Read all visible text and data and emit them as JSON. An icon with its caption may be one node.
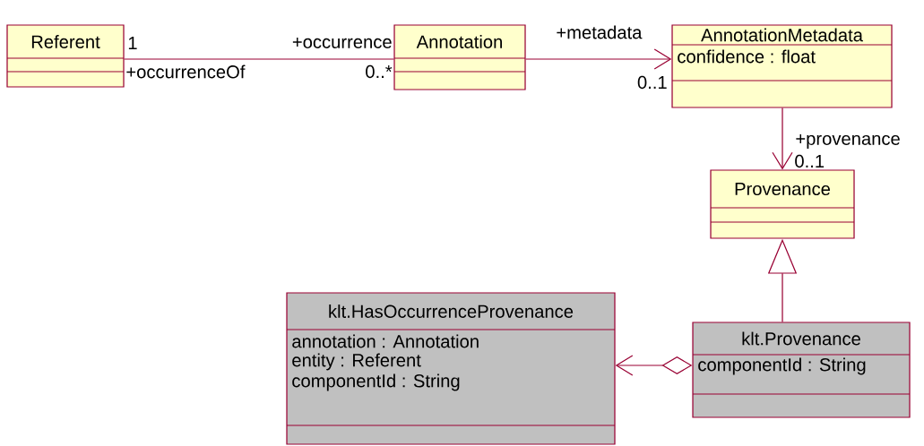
{
  "diagram": {
    "nodes": [
      {
        "text": [
          "Referent"
        ]
      },
      {
        "text": [
          "Annotation"
        ]
      },
      {
        "text": [
          "AnnotationMetadata",
          "confidence : float"
        ]
      },
      {
        "text": [
          "Provenance"
        ]
      },
      {
        "text": [
          "klt.HasOccurrenceProvenance",
          "annotation : Annotation",
          "entity : Referent",
          "componentId : String"
        ]
      },
      {
        "text": [
          "klt.Provenance",
          "componentId : String"
        ]
      }
    ],
    "edges": [
      {
        "from": 0,
        "to": 1,
        "arrow": "none"
      },
      {
        "from": 1,
        "to": 2,
        "arrow": "to"
      },
      {
        "from": 2,
        "to": 3,
        "arrow": "to"
      },
      {
        "from": 5,
        "to": 3,
        "arrow": "to"
      },
      {
        "from": 5,
        "to": 4,
        "arrow": "to"
      }
    ],
    "labels": [
      "1",
      "+occurrenceOf",
      "+occurrence",
      "0..*",
      "+metadata",
      "0..1",
      "+provenance",
      "0..1"
    ]
  }
}
